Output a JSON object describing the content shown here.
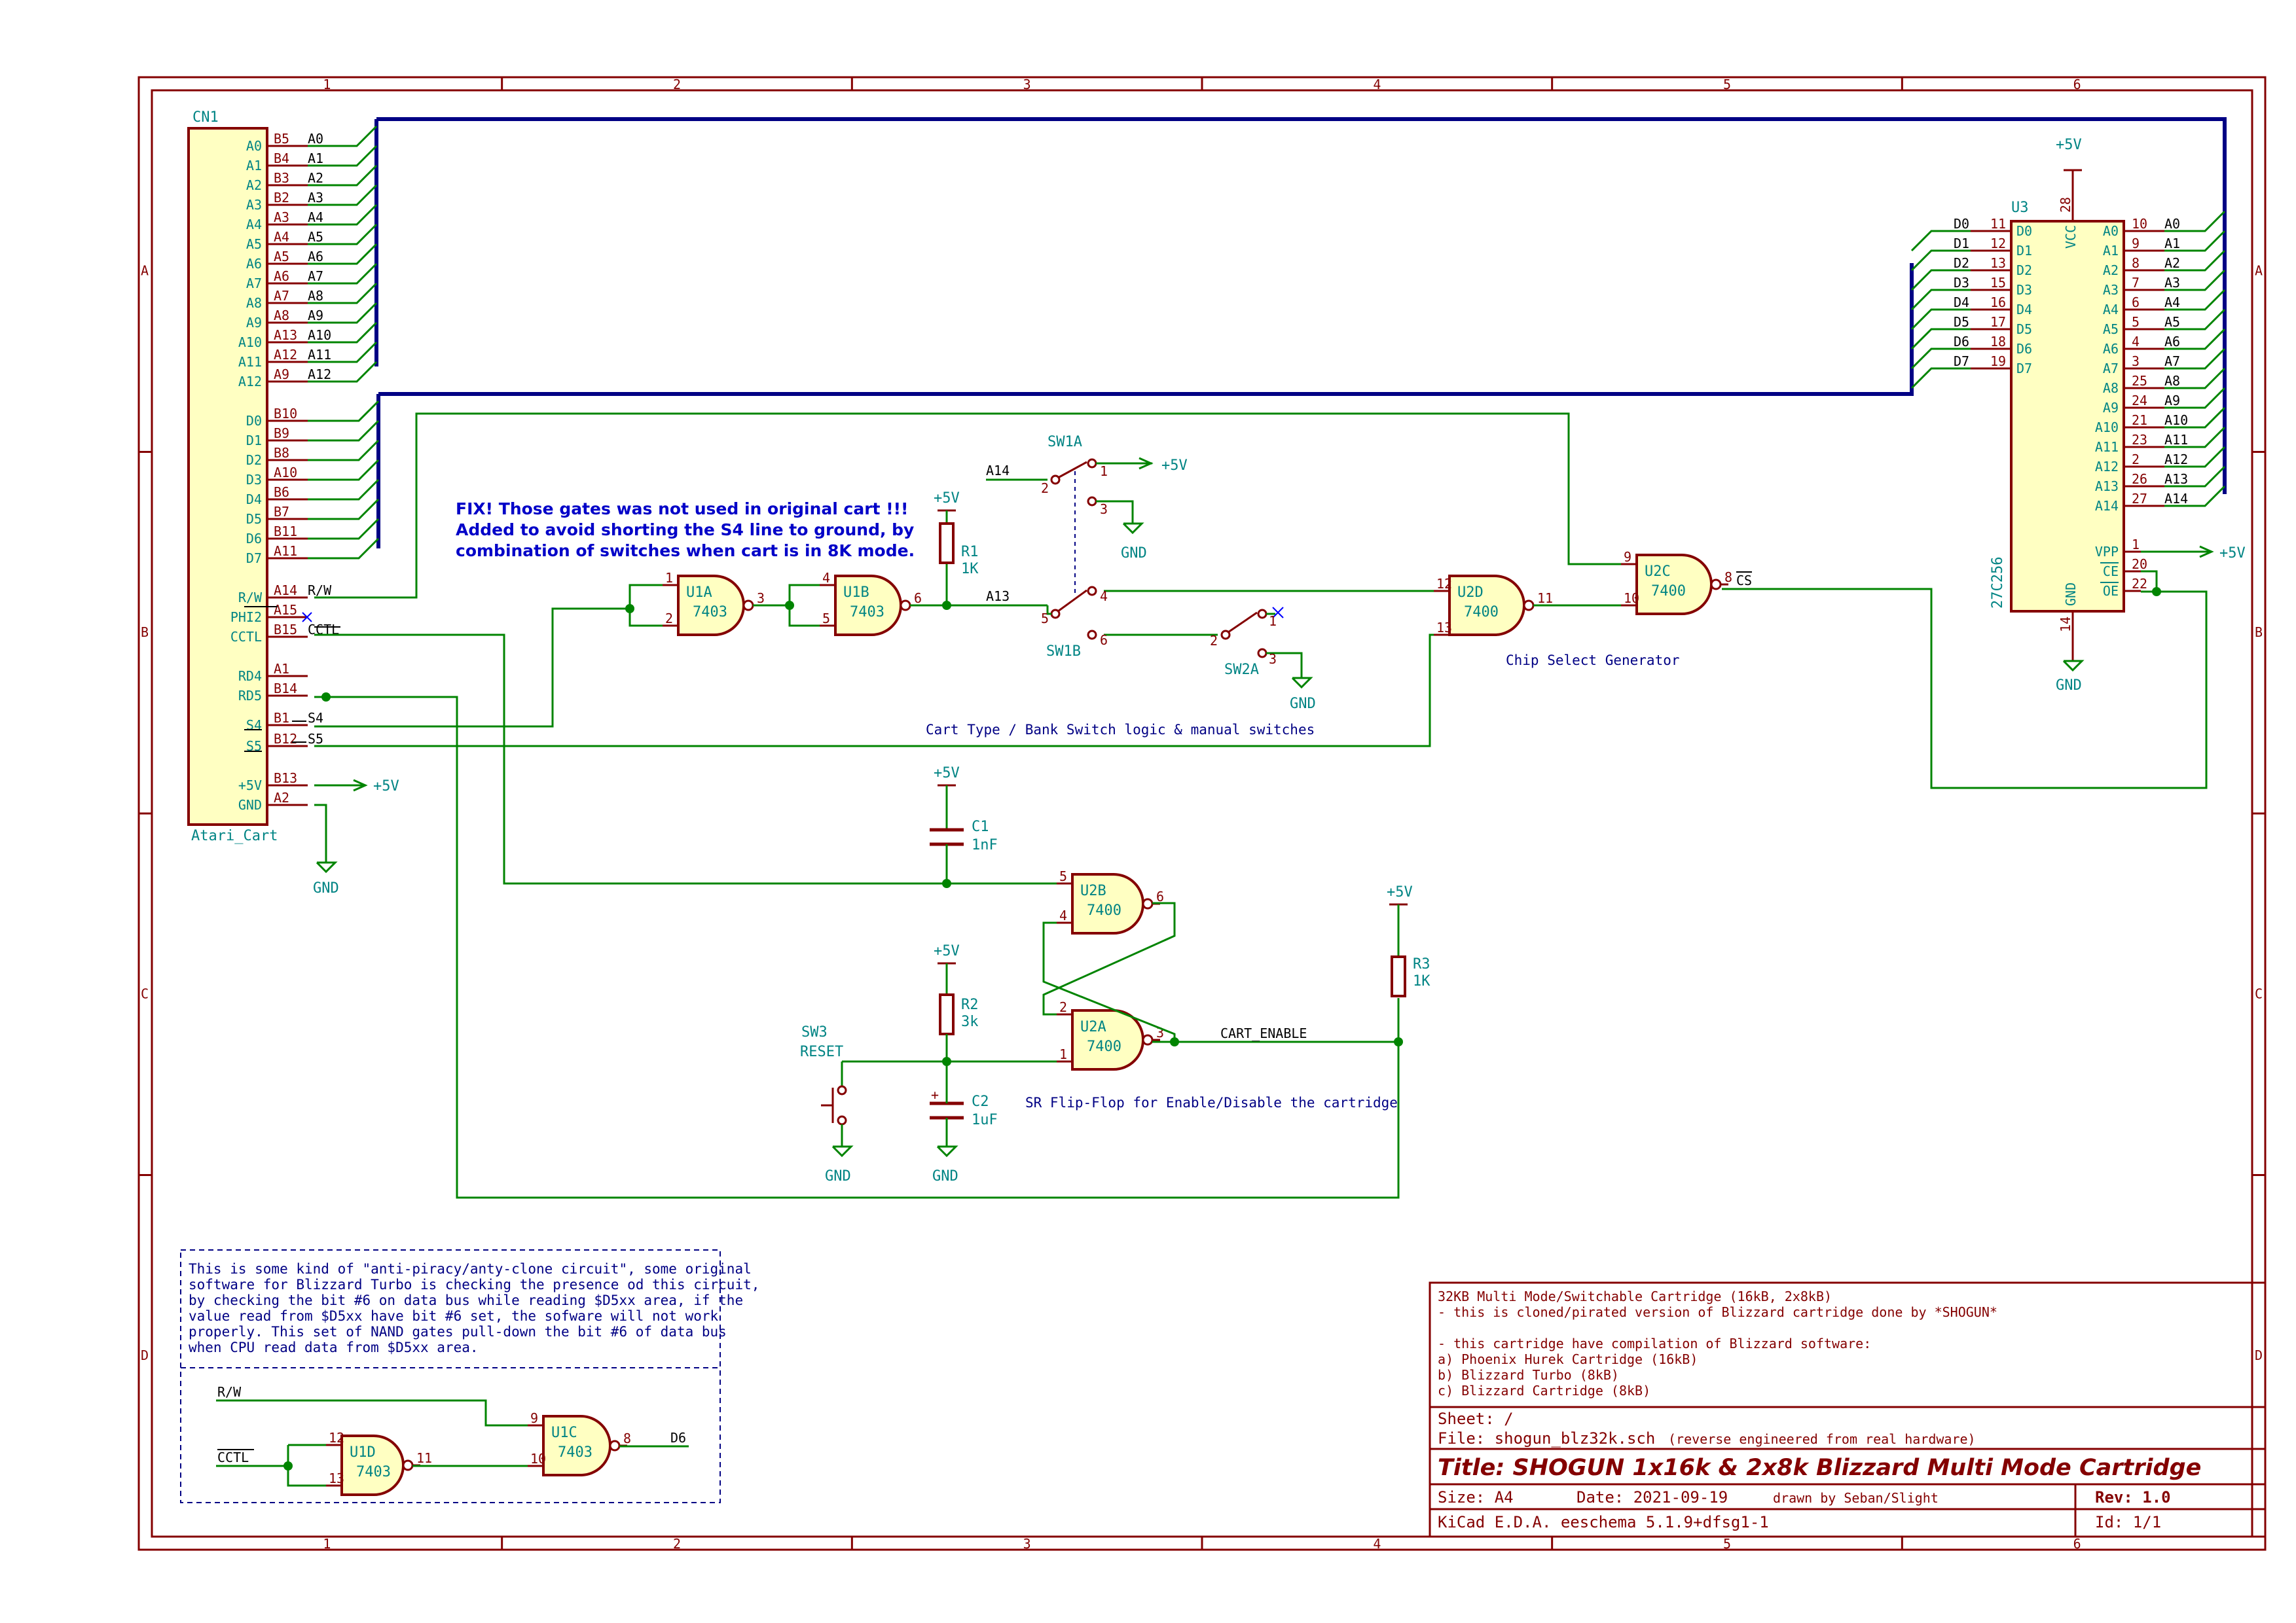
{
  "frame": {
    "columns": [
      "1",
      "2",
      "3",
      "4",
      "5",
      "6"
    ],
    "rows": [
      "A",
      "B",
      "C",
      "D"
    ]
  },
  "connector": {
    "ref": "CN1",
    "value": "Atari_Cart",
    "pins": [
      {
        "name": "A0",
        "num": "B5",
        "net": "A0"
      },
      {
        "name": "A1",
        "num": "B4",
        "net": "A1"
      },
      {
        "name": "A2",
        "num": "B3",
        "net": "A2"
      },
      {
        "name": "A3",
        "num": "B2",
        "net": "A3"
      },
      {
        "name": "A4",
        "num": "A3",
        "net": "A4"
      },
      {
        "name": "A5",
        "num": "A4",
        "net": "A5"
      },
      {
        "name": "A6",
        "num": "A5",
        "net": "A6"
      },
      {
        "name": "A7",
        "num": "A6",
        "net": "A7"
      },
      {
        "name": "A8",
        "num": "A7",
        "net": "A8"
      },
      {
        "name": "A9",
        "num": "A8",
        "net": "A9"
      },
      {
        "name": "A10",
        "num": "A13",
        "net": "A10"
      },
      {
        "name": "A11",
        "num": "A12",
        "net": "A11"
      },
      {
        "name": "A12",
        "num": "A9",
        "net": "A12"
      },
      {
        "name": "D0",
        "num": "B10",
        "net": ""
      },
      {
        "name": "D1",
        "num": "B9",
        "net": ""
      },
      {
        "name": "D2",
        "num": "B8",
        "net": ""
      },
      {
        "name": "D3",
        "num": "A10",
        "net": ""
      },
      {
        "name": "D4",
        "num": "B6",
        "net": ""
      },
      {
        "name": "D5",
        "num": "B7",
        "net": ""
      },
      {
        "name": "D6",
        "num": "B11",
        "net": ""
      },
      {
        "name": "D7",
        "num": "A11",
        "net": ""
      },
      {
        "name": "R/W",
        "num": "A14",
        "net": "R/W"
      },
      {
        "name": "PHI2",
        "num": "A15",
        "net": ""
      },
      {
        "name": "CCTL",
        "num": "B15",
        "net": "CCTL"
      },
      {
        "name": "RD4",
        "num": "A1",
        "net": ""
      },
      {
        "name": "RD5",
        "num": "B14",
        "net": ""
      },
      {
        "name": "S4",
        "num": "B1",
        "net": "S4"
      },
      {
        "name": "S5",
        "num": "B12",
        "net": "S5"
      },
      {
        "name": "+5V",
        "num": "B13",
        "net": ""
      },
      {
        "name": "GND",
        "num": "A2",
        "net": ""
      }
    ],
    "pwr_label": "+5V",
    "gnd_label": "GND"
  },
  "rom": {
    "ref": "U3",
    "value": "27C256",
    "vcc_pin": "28",
    "vcc_name": "VCC",
    "vcc_label": "+5V",
    "gnd_pin": "14",
    "gnd_name": "GND",
    "gnd_label": "GND",
    "data_pins": [
      {
        "net": "D0",
        "num": "11",
        "name": "D0"
      },
      {
        "net": "D1",
        "num": "12",
        "name": "D1"
      },
      {
        "net": "D2",
        "num": "13",
        "name": "D2"
      },
      {
        "net": "D3",
        "num": "15",
        "name": "D3"
      },
      {
        "net": "D4",
        "num": "16",
        "name": "D4"
      },
      {
        "net": "D5",
        "num": "17",
        "name": "D5"
      },
      {
        "net": "D6",
        "num": "18",
        "name": "D6"
      },
      {
        "net": "D7",
        "num": "19",
        "name": "D7"
      }
    ],
    "addr_pins": [
      {
        "name": "A0",
        "num": "10",
        "net": "A0"
      },
      {
        "name": "A1",
        "num": "9",
        "net": "A1"
      },
      {
        "name": "A2",
        "num": "8",
        "net": "A2"
      },
      {
        "name": "A3",
        "num": "7",
        "net": "A3"
      },
      {
        "name": "A4",
        "num": "6",
        "net": "A4"
      },
      {
        "name": "A5",
        "num": "5",
        "net": "A5"
      },
      {
        "name": "A6",
        "num": "4",
        "net": "A6"
      },
      {
        "name": "A7",
        "num": "3",
        "net": "A7"
      },
      {
        "name": "A8",
        "num": "25",
        "net": "A8"
      },
      {
        "name": "A9",
        "num": "24",
        "net": "A9"
      },
      {
        "name": "A10",
        "num": "21",
        "net": "A10"
      },
      {
        "name": "A11",
        "num": "23",
        "net": "A11"
      },
      {
        "name": "A12",
        "num": "2",
        "net": "A12"
      },
      {
        "name": "A13",
        "num": "26",
        "net": "A13"
      },
      {
        "name": "A14",
        "num": "27",
        "net": "A14"
      }
    ],
    "vpp": {
      "name": "VPP",
      "num": "1",
      "label": "+5V"
    },
    "ce": {
      "name": "CE",
      "num": "20"
    },
    "oe": {
      "name": "OE",
      "num": "22"
    }
  },
  "gates": {
    "u1a": {
      "ref": "U1A",
      "value": "7403",
      "in1": "1",
      "in2": "2",
      "out": "3"
    },
    "u1b": {
      "ref": "U1B",
      "value": "7403",
      "in1": "4",
      "in2": "5",
      "out": "6"
    },
    "u2d": {
      "ref": "U2D",
      "value": "7400",
      "in1": "12",
      "in2": "13",
      "out": "11"
    },
    "u2c": {
      "ref": "U2C",
      "value": "7400",
      "in1": "9",
      "in2": "10",
      "out": "8"
    },
    "u2b": {
      "ref": "U2B",
      "value": "7400",
      "in1": "5",
      "in2": "4",
      "out": "6"
    },
    "u2a": {
      "ref": "U2A",
      "value": "7400",
      "in1": "2",
      "in2": "1",
      "out": "3"
    },
    "u1d": {
      "ref": "U1D",
      "value": "7403",
      "in1": "12",
      "in2": "13",
      "out": "11"
    },
    "u1c": {
      "ref": "U1C",
      "value": "7403",
      "in1": "9",
      "in2": "10",
      "out": "8"
    }
  },
  "switches": {
    "sw1a": {
      "ref": "SW1A",
      "p1": "1",
      "p2": "2",
      "p3": "3",
      "net": "A14",
      "pwr": "+5V",
      "gnd": "GND"
    },
    "sw1b": {
      "ref": "SW1B",
      "p4": "4",
      "p5": "5",
      "p6": "6",
      "net": "A13"
    },
    "sw2a": {
      "ref": "SW2A",
      "p1": "1",
      "p2": "2",
      "p3": "3",
      "gnd": "GND"
    },
    "sw3": {
      "ref": "SW3",
      "value": "RESET",
      "gnd": "GND"
    }
  },
  "passives": {
    "r1": {
      "ref": "R1",
      "value": "1K",
      "pwr": "+5V"
    },
    "r2": {
      "ref": "R2",
      "value": "3k",
      "pwr": "+5V"
    },
    "r3": {
      "ref": "R3",
      "value": "1K",
      "pwr": "+5V"
    },
    "c1": {
      "ref": "C1",
      "value": "1nF",
      "pwr": "+5V"
    },
    "c2": {
      "ref": "C2",
      "value": "1uF",
      "gnd": "GND",
      "plus": "+"
    }
  },
  "nets": {
    "cs": "CS",
    "cart_enable": "CART_ENABLE",
    "rw": "R/W",
    "cctl": "CCTL",
    "d6": "D6"
  },
  "labels": {
    "fix_note": [
      "FIX! Those gates was not used in original cart !!!",
      "Added to avoid shorting the S4 line to ground, by",
      "combination of switches when cart is in 8K mode."
    ],
    "chip_select": "Chip Select Generator",
    "cart_type": "Cart Type / Bank Switch logic & manual switches",
    "sr_flipflop": "SR Flip-Flop for Enable/Disable the cartridge",
    "anti_piracy": [
      "This is some kind of \"anti-piracy/anty-clone circuit\", some original",
      "software for Blizzard Turbo is checking the presence od this circuit,",
      "by checking the bit #6 on data bus while reading $D5xx area, if the",
      "value read from $D5xx have bit #6 set, the sofware will not work",
      "properly. This set of NAND gates pull-down the bit #6 of data bus",
      "when CPU read data from $D5xx area."
    ]
  },
  "title_block": {
    "comments": [
      "32KB Multi Mode/Switchable Cartridge (16kB, 2x8kB)",
      "- this is cloned/pirated version of Blizzard cartridge done by *SHOGUN*",
      "",
      "- this cartridge have compilation of Blizzard software:",
      "  a) Phoenix Hurek Cartridge (16kB)",
      "  b) Blizzard Turbo (8kB)",
      "  c) Blizzard Cartridge (8kB)"
    ],
    "sheet": "Sheet: /",
    "file": "File: shogun_blz32k.sch",
    "file_note": "(reverse engineered from real hardware)",
    "title": "Title: SHOGUN 1x16k & 2x8k Blizzard Multi Mode Cartridge",
    "size": "Size: A4",
    "date": "Date: 2021-09-19",
    "drawn": "drawn by Seban/Slight",
    "rev": "Rev: 1.0",
    "tool": "KiCad E.D.A.  eeschema 5.1.9+dfsg1-1",
    "id": "Id: 1/1"
  }
}
